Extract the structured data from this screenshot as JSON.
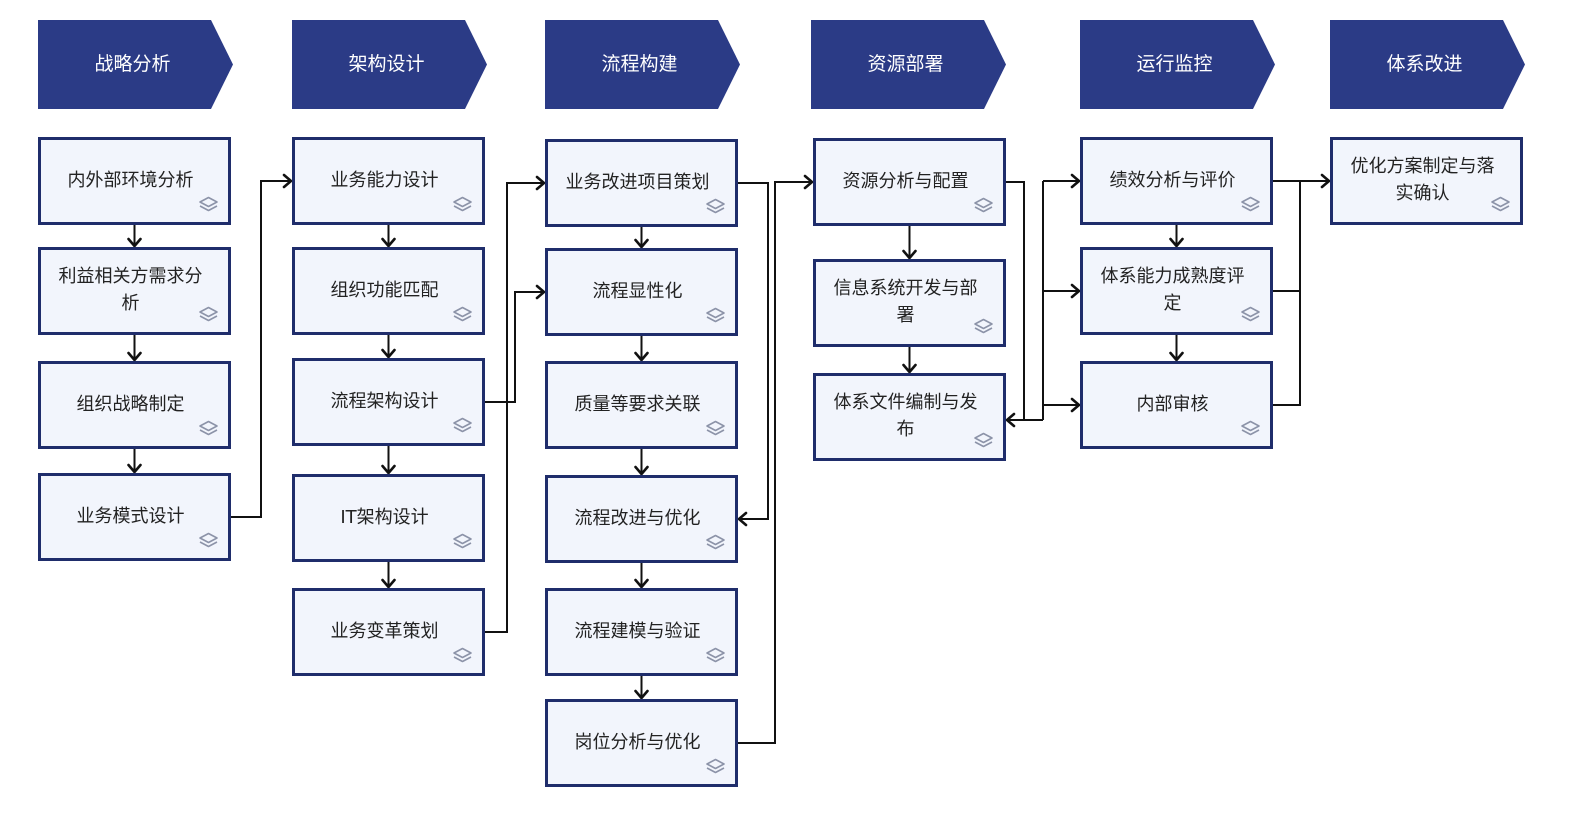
{
  "icon": "layers-icon",
  "colors": {
    "phase_fill": "#2b3b86",
    "box_border": "#1f2d6b",
    "box_fill": "#f2f5fc",
    "connector": "#111111"
  },
  "phases": [
    {
      "title": "战略分析",
      "items": [
        "内外部环境分析",
        "利益相关方需求分析",
        "组织战略制定",
        "业务模式设计"
      ]
    },
    {
      "title": "架构设计",
      "items": [
        "业务能力设计",
        "组织功能匹配",
        "流程架构设计",
        "IT架构设计",
        "业务变革策划"
      ]
    },
    {
      "title": "流程构建",
      "items": [
        "业务改进项目策划",
        "流程显性化",
        "质量等要求关联",
        "流程改进与优化",
        "流程建模与验证",
        "岗位分析与优化"
      ]
    },
    {
      "title": "资源部署",
      "items": [
        "资源分析与配置",
        "信息系统开发与部署",
        "体系文件编制与发布"
      ]
    },
    {
      "title": "运行监控",
      "items": [
        "绩效分析与评价",
        "体系能力成熟度评定",
        "内部审核"
      ]
    },
    {
      "title": "体系改进",
      "items": [
        "优化方案制定与落实确认"
      ]
    }
  ]
}
